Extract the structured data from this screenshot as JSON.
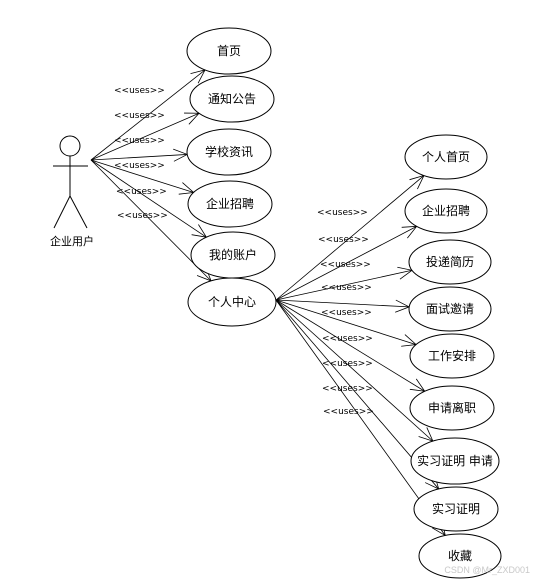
{
  "actor": {
    "name": "企业用户"
  },
  "relation_label": "<<uses>>",
  "primary_use_cases": [
    {
      "id": "home",
      "label": "首页"
    },
    {
      "id": "notice",
      "label": "通知公告"
    },
    {
      "id": "school-news",
      "label": "学校资讯"
    },
    {
      "id": "recruit",
      "label": "企业招聘"
    },
    {
      "id": "my-account",
      "label": "我的账户"
    },
    {
      "id": "personal-center",
      "label": "个人中心"
    }
  ],
  "personal_center_use_cases": [
    {
      "id": "personal-home",
      "label": "个人首页"
    },
    {
      "id": "pc-recruit",
      "label": "企业招聘"
    },
    {
      "id": "submit-resume",
      "label": "投递简历"
    },
    {
      "id": "interview-invite",
      "label": "面试邀请"
    },
    {
      "id": "work-arrange",
      "label": "工作安排"
    },
    {
      "id": "resign-apply",
      "label": "申请离职"
    },
    {
      "id": "intern-cert-apply",
      "label": "实习证明 申请"
    },
    {
      "id": "intern-cert",
      "label": "实习证明"
    },
    {
      "id": "favorites",
      "label": "收藏"
    }
  ],
  "watermark": "CSDN @Mr_ZXD001"
}
